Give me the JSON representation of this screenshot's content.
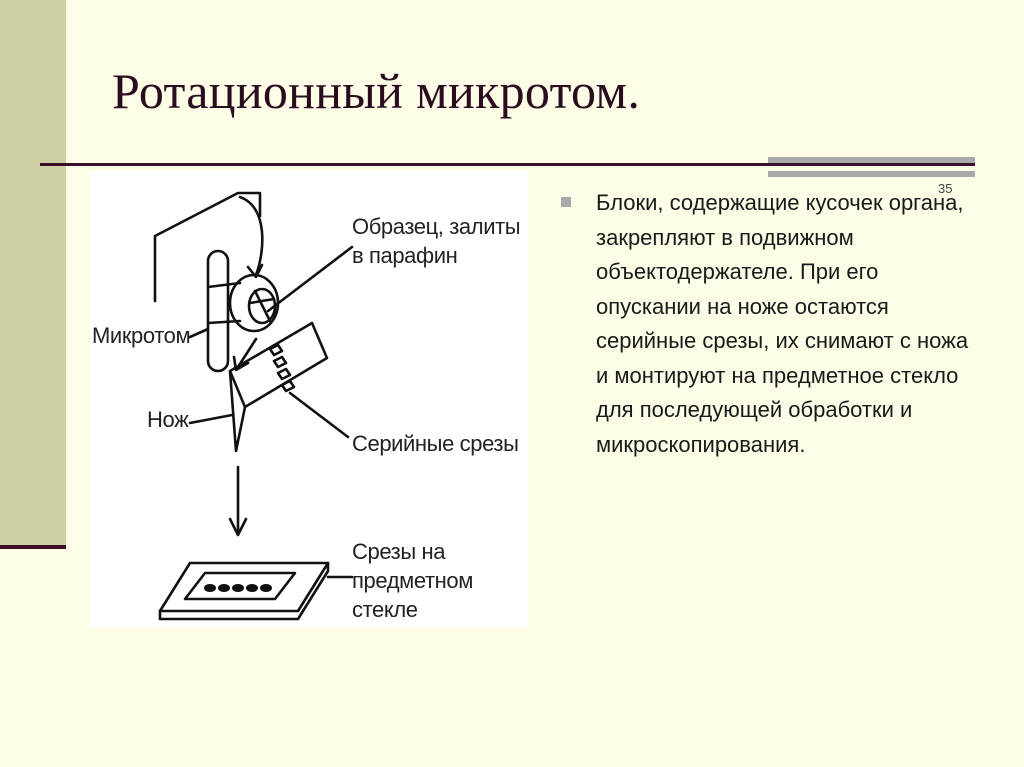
{
  "slide": {
    "title": "Ротационный микротом.",
    "slide_number": "35",
    "bullet_text": "Блоки, содержащие кусочек органа, закрепляют в подвижном объектодержателе. При его опускании на ноже остаются серийные срезы, их снимают с ножа и монтируют на предметное стекло для последующей обработки и микроскопирования."
  },
  "figure": {
    "label_sample_line1": "Образец, залиты",
    "label_sample_line2": "в парафин",
    "label_microtome": "Микротом",
    "label_knife": "Нож",
    "label_serial_sections": "Серийные срезы",
    "label_slide_line1": "Срезы на",
    "label_slide_line2": "предметном",
    "label_slide_line3": "стекле"
  },
  "colors": {
    "background": "#fdfce6",
    "side_band": "#cfd0a3",
    "accent_dark": "#3b0f2a",
    "grey_bar": "#a9a9a9"
  }
}
